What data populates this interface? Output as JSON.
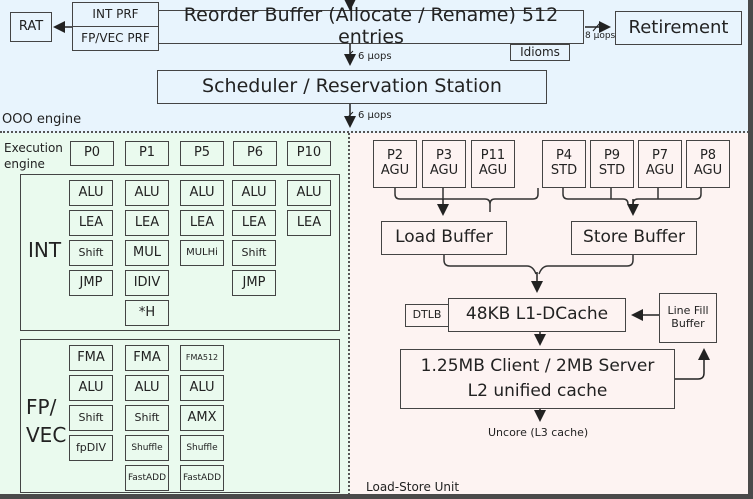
{
  "ooo": {
    "section_label": "OOO engine",
    "rat": "RAT",
    "int_prf": "INT PRF",
    "fp_vec_prf": "FP/VEC PRF",
    "rob": "Reorder Buffer (Allocate / Rename) 512 entries",
    "idioms": "Idioms",
    "retirement": "Retirement",
    "retire_width": "8 μops",
    "alloc_width": "6 μops",
    "scheduler": "Scheduler / Reservation Station",
    "dispatch_width": "6 μops"
  },
  "exec": {
    "section_label_line1": "Execution",
    "section_label_line2": "engine",
    "ports": [
      "P0",
      "P1",
      "P5",
      "P6",
      "P10"
    ],
    "int": {
      "label": "INT",
      "columns": [
        [
          "ALU",
          "LEA",
          "Shift",
          "JMP"
        ],
        [
          "ALU",
          "LEA",
          "MUL",
          "IDIV",
          "*H"
        ],
        [
          "ALU",
          "LEA",
          "MULHi"
        ],
        [
          "ALU",
          "LEA",
          "Shift",
          "JMP"
        ],
        [
          "ALU",
          "LEA"
        ]
      ]
    },
    "fpvec": {
      "label_line1": "FP/",
      "label_line2": "VEC",
      "columns": [
        [
          "FMA",
          "ALU",
          "Shift",
          "fpDIV"
        ],
        [
          "FMA",
          "ALU",
          "Shift",
          "Shuffle",
          "FastADD"
        ],
        [
          "FMA512",
          "ALU",
          "AMX",
          "Shuffle",
          "FastADD"
        ]
      ]
    }
  },
  "lsu": {
    "section_label": "Load-Store Unit",
    "load_ports": [
      {
        "port": "P2",
        "unit": "AGU"
      },
      {
        "port": "P3",
        "unit": "AGU"
      },
      {
        "port": "P11",
        "unit": "AGU"
      }
    ],
    "store_ports": [
      {
        "port": "P4",
        "unit": "STD"
      },
      {
        "port": "P9",
        "unit": "STD"
      },
      {
        "port": "P7",
        "unit": "AGU"
      },
      {
        "port": "P8",
        "unit": "AGU"
      }
    ],
    "load_buffer": "Load Buffer",
    "store_buffer": "Store Buffer",
    "dtlb": "DTLB",
    "l1": "48KB L1-DCache",
    "line_fill_line1": "Line Fill",
    "line_fill_line2": "Buffer",
    "l2_line1": "1.25MB Client / 2MB Server",
    "l2_line2": "L2 unified cache",
    "uncore": "Uncore (L3 cache)"
  }
}
